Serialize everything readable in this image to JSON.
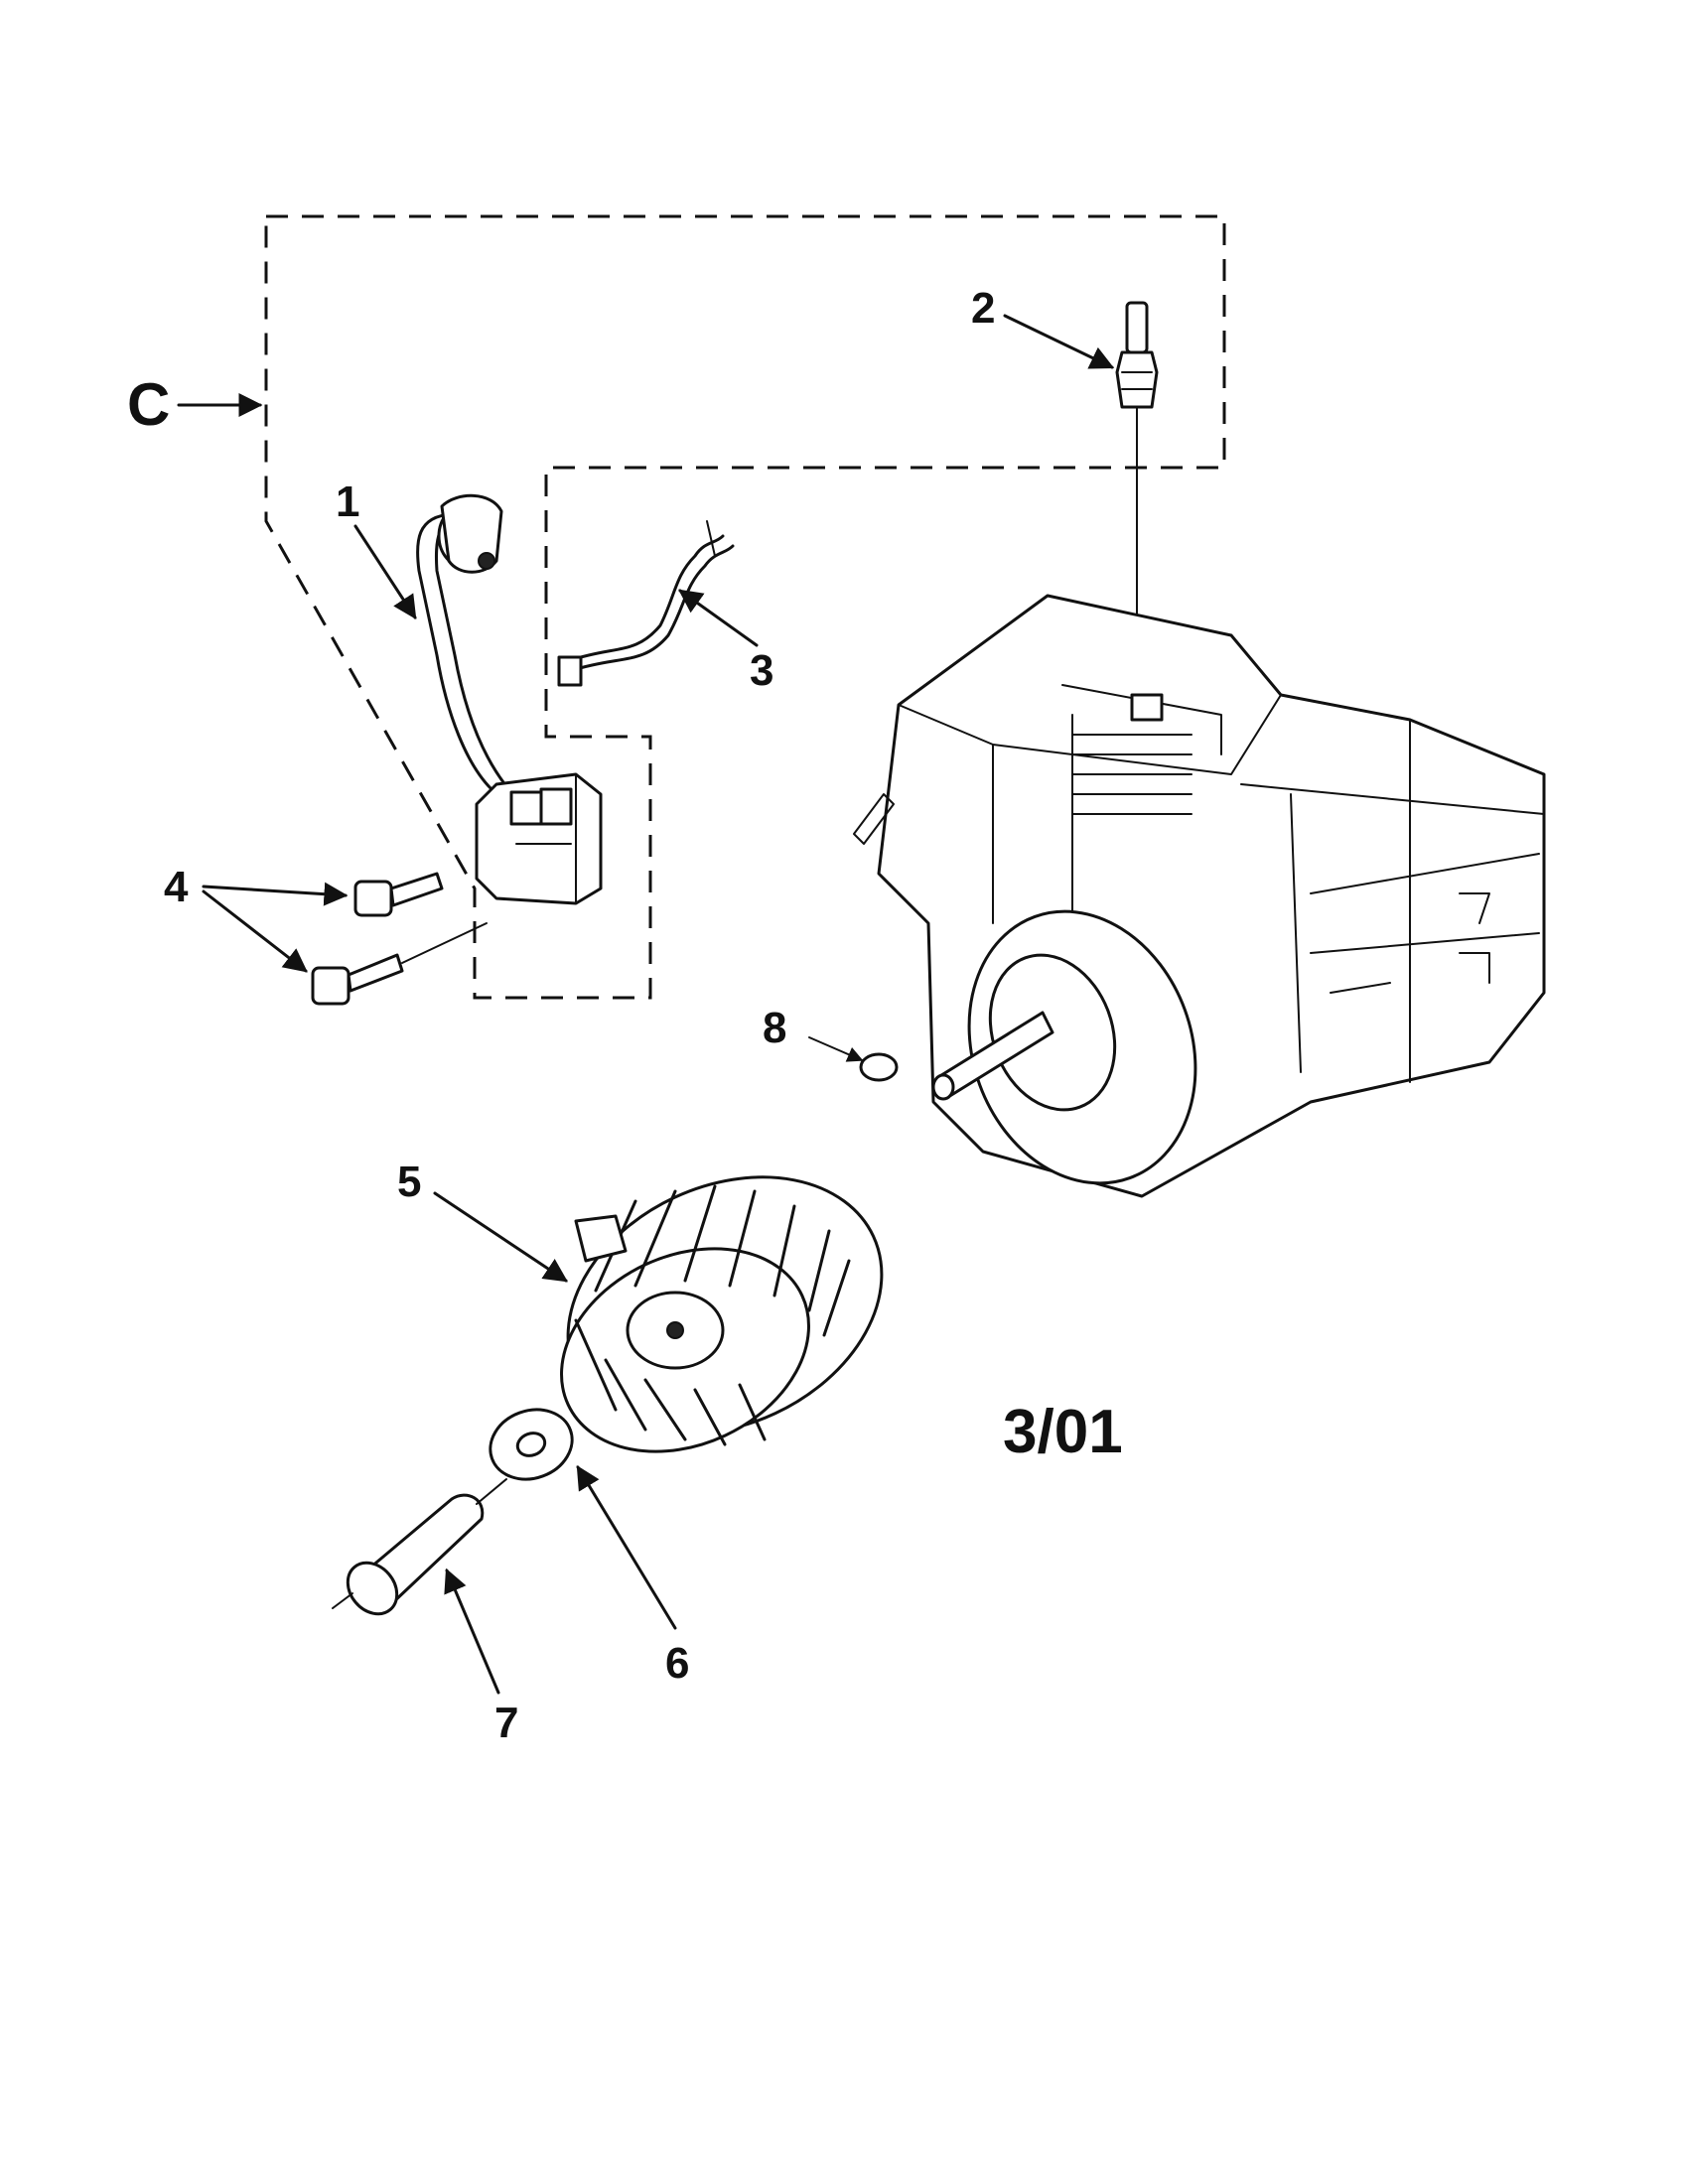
{
  "section_label": "C",
  "date_code": "3/01",
  "callouts": [
    "1",
    "2",
    "3",
    "4",
    "5",
    "6",
    "7",
    "8"
  ],
  "line_color": "#111111",
  "background_color": "#ffffff"
}
